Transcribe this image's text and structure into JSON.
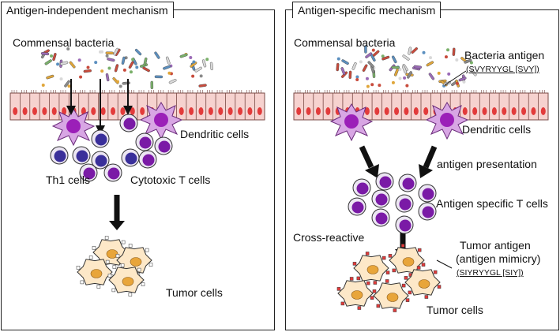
{
  "left_panel": {
    "title": "Antigen-independent mechanism",
    "commensal": "Commensal bacteria",
    "dendritic": "Dendritic cells",
    "th1": "Th1 cells",
    "cytotoxic": "Cytotoxic T cells",
    "tumor": "Tumor cells"
  },
  "right_panel": {
    "title": "Antigen-specific mechanism",
    "commensal": "Commensal bacteria",
    "bacteria_antigen": "Bacteria antigen",
    "bacteria_seq": "(SVYRYYGL [SVY])",
    "dendritic": "Dendritic cells",
    "presentation": "antigen presentation",
    "specific_t": "Antigen specific T cells",
    "cross": "Cross-reactive",
    "tumor_antigen": "Tumor antigen",
    "mimicry": "(antigen mimicry)",
    "tumor_seq": "(SIYRYYGL [SIY])",
    "tumor": "Tumor cells"
  },
  "colors": {
    "epithelium": "#f6d2cf",
    "nucleus_red": "#e23b3b",
    "dendritic": "#d8a6e4",
    "dendritic_nucleus": "#9b1fb8",
    "th1_nucleus": "#3a2f9a",
    "tcell_nucleus": "#7a1aa6",
    "tumor_body": "#fde8c8",
    "tumor_nucleus": "#e8a53a"
  }
}
